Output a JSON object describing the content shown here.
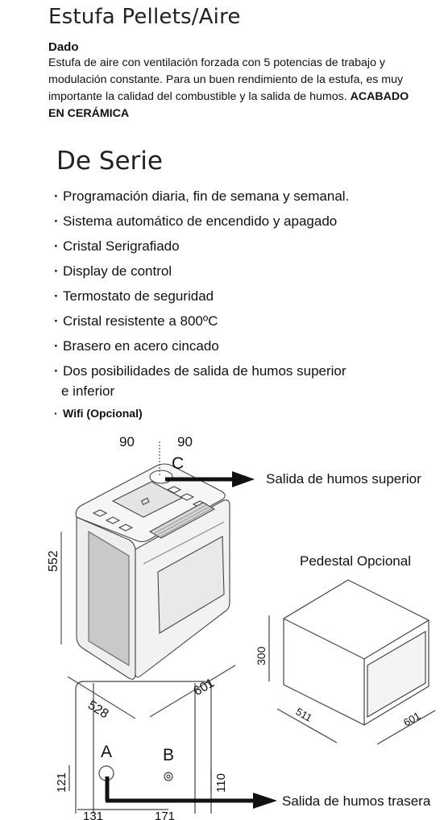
{
  "title": "Estufa Pellets/Aire",
  "model": "Dado",
  "description": {
    "text": "Estufa de aire con ventilación forzada con 5 potencias de trabajo y modulación constante. Para un buen rendimiento de la estufa, es muy importante la calidad del combustible y la salida de humos.",
    "highlight": "ACABADO EN CERÁMICA"
  },
  "section_title": "De Serie",
  "features": [
    "Programación diaria, fin de semana y semanal.",
    "Sistema automático de encendido y apagado",
    "Cristal Serigrafiado",
    "Display de control",
    "Termostato de seguridad",
    "Cristal resistente a 800ºC",
    "Brasero en acero cincado",
    "Dos posibilidades de salida de humos superior",
    "e inferior",
    "Wifi (Opcional)"
  ],
  "diagram": {
    "dim_top_left": "90",
    "dim_top_right": "90",
    "label_c": "C",
    "label_salida_superior": "Salida de humos superior",
    "dim_height": "552",
    "dim_depth": "528",
    "dim_width": "601",
    "label_pedestal": "Pedestal Opcional",
    "pedestal_height": "300",
    "pedestal_depth": "511",
    "pedestal_width": "601",
    "label_a": "A",
    "label_b": "B",
    "dim_a_height": "121",
    "dim_b_height": "110",
    "dim_a_x": "131",
    "dim_b_x": "171",
    "label_salida_trasera": "Salida de humos trasera"
  }
}
